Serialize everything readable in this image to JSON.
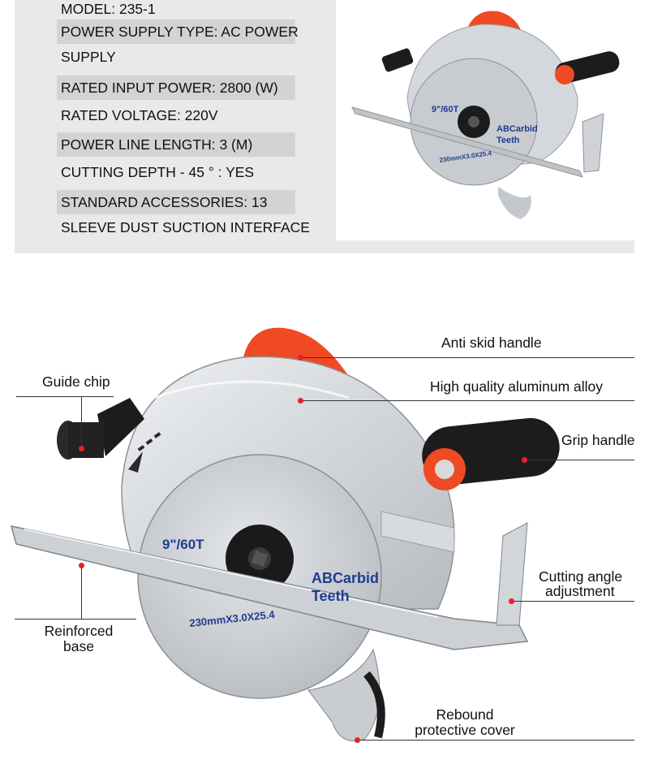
{
  "specs": {
    "model": "MODEL: 235-1",
    "power_supply_line1": "POWER SUPPLY TYPE: AC POWER",
    "power_supply_line2": "SUPPLY",
    "rated_input_power": "RATED INPUT POWER: 2800 (W)",
    "rated_voltage": "RATED VOLTAGE: 220V",
    "power_line_length": "POWER LINE LENGTH: 3 (M)",
    "cutting_depth": "CUTTING DEPTH - 45 ° : YES",
    "standard_accessories": "STANDARD ACCESSORIES: 13",
    "dust_suction": "SLEEVE DUST SUCTION INTERFACE"
  },
  "blade_text": {
    "size": "9\"/60T",
    "brand_line1": "ABCarbid",
    "brand_line2": "Teeth",
    "dimensions": "230mmX3.0X25.4"
  },
  "callouts": {
    "anti_skid_handle": "Anti skid handle",
    "aluminum_alloy": "High quality aluminum alloy",
    "guide_chip": "Guide chip",
    "grip_handle": "Grip handle",
    "cutting_angle_1": "Cutting angle",
    "cutting_angle_2": "adjustment",
    "reinforced_base_1": "Reinforced",
    "reinforced_base_2": "base",
    "rebound_cover_1": "Rebound",
    "rebound_cover_2": "protective cover"
  },
  "colors": {
    "accent_orange": "#ef4a23",
    "handle_black": "#1c1c1c",
    "aluminum": "#c9ccd0",
    "callout_dot": "#e8202a",
    "panel_bg": "#e9e9e9",
    "row_shade": "#d3d3d3"
  }
}
